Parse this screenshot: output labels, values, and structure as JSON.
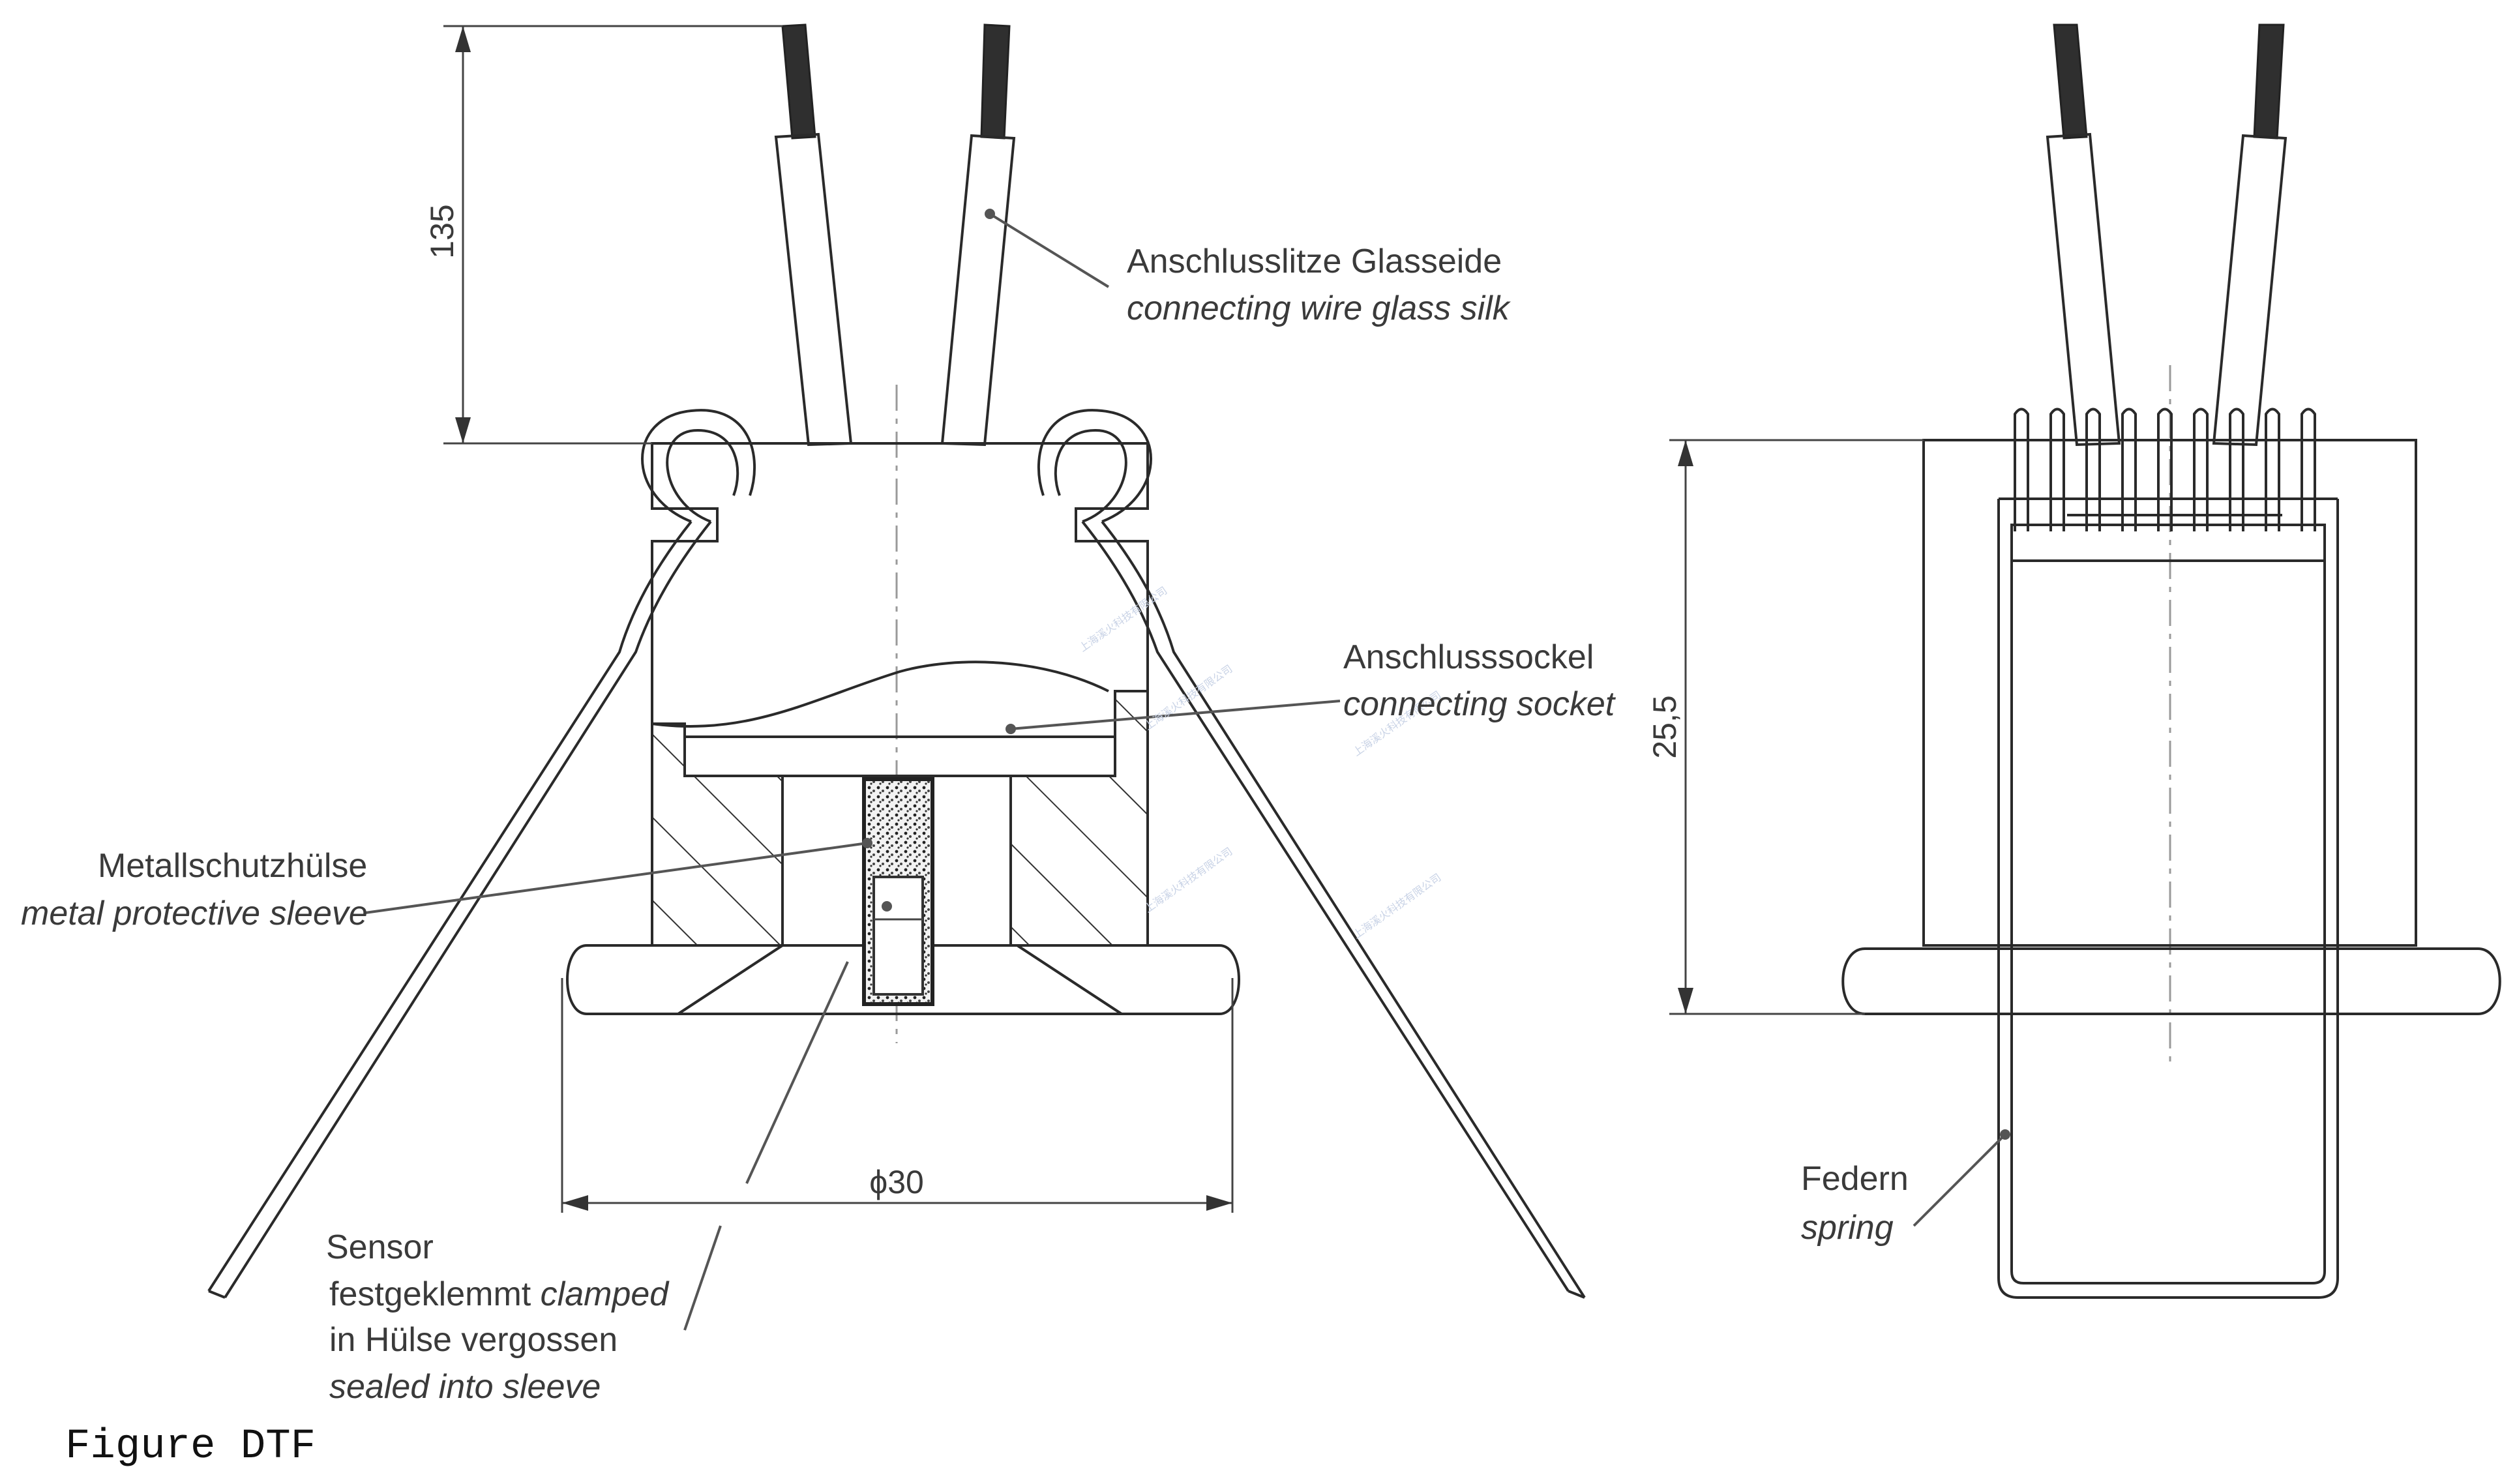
{
  "labels": {
    "wire_de": "Anschlusslitze Glasseide",
    "wire_en": "connecting wire glass silk",
    "socket_de": "Anschlusssockel",
    "socket_en": "connecting socket",
    "sleeve_de": "Metallschutzhülse",
    "sleeve_en": "metal protective sleeve",
    "sensor_1": "Sensor",
    "sensor_2_de": "festgeklemmt ",
    "sensor_2_en": "clamped",
    "sensor_3": "in Hülse vergossen",
    "sensor_4": "sealed into sleeve",
    "spring_de": "Federn",
    "spring_en": "spring"
  },
  "dimensions": {
    "height_wire": "135",
    "diameter": "ϕ30",
    "height_side": "25,5"
  },
  "caption": "Figure DTF",
  "watermark": "上海溪火科技有限公司",
  "colors": {
    "line": "#2a2a2a",
    "text": "#3a3a3a",
    "wire_insulation": "#ffffff",
    "wire_core": "#333333"
  }
}
